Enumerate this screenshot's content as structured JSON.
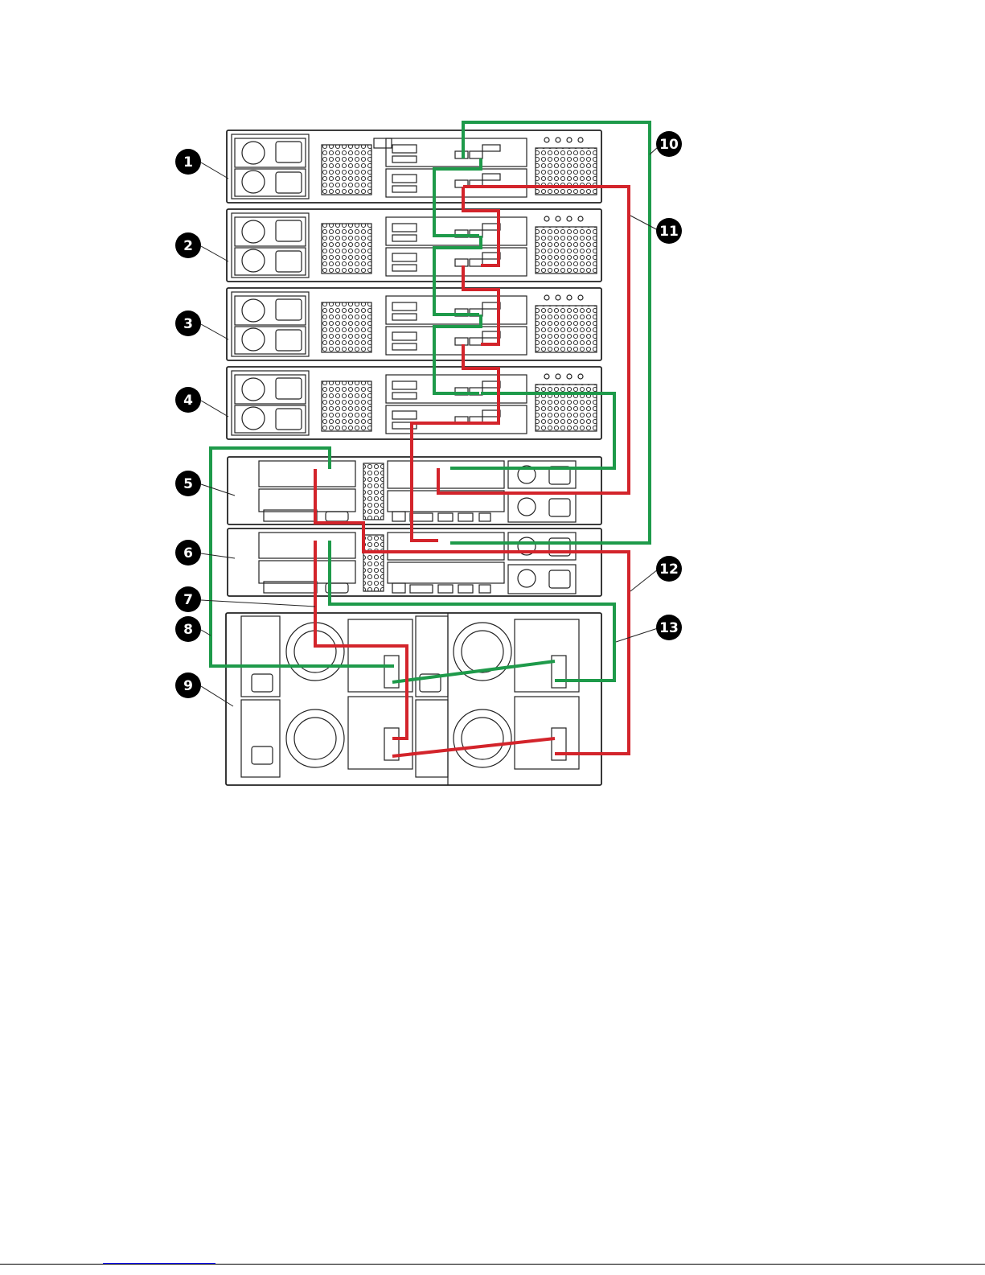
{
  "diagram": {
    "callouts": [
      "1",
      "2",
      "3",
      "4",
      "5",
      "6",
      "7",
      "8",
      "9",
      "10",
      "11",
      "12",
      "13"
    ]
  },
  "colors": {
    "green_cable": "#1e9a4a",
    "red_cable": "#d3242b",
    "chassis_stroke": "#222222",
    "callout_fill": "#000000"
  }
}
